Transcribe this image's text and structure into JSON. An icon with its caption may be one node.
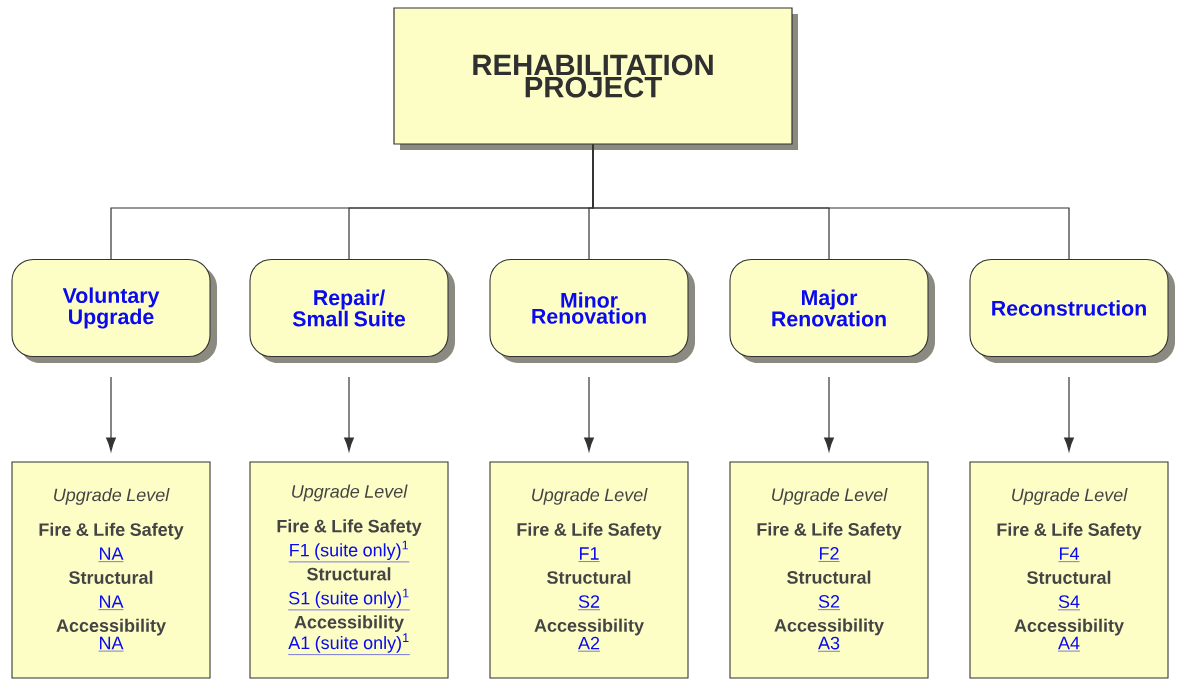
{
  "diagram": {
    "nodes": [
      {
        "text": [
          "REHABILITATION PROJECT"
        ]
      },
      {
        "text": [
          "Voluntary Upgrade"
        ]
      },
      {
        "text": [
          "Repair/ Small Suite"
        ]
      },
      {
        "text": [
          "Minor Renovation"
        ]
      },
      {
        "text": [
          "Major Renovation"
        ]
      },
      {
        "text": [
          "Reconstruction"
        ]
      },
      {
        "text": [
          "Upgrade Level",
          "Fire & Life Safety",
          "NA",
          "Structural",
          "NA",
          "Accessibility",
          "NA"
        ]
      },
      {
        "text": [
          "Upgrade Level",
          "Fire & Life Safety",
          "F1 (suite only)$^{1}$",
          "Structural",
          "S1 (suite only)$^{1}$",
          "Accessibility",
          "A1 (suite only)$^{1}$"
        ]
      },
      {
        "text": [
          "Upgrade Level",
          "Fire & Life Safety",
          "F1",
          "Structural",
          "S2",
          "Accessibility",
          "A2"
        ]
      },
      {
        "text": [
          "Upgrade Level",
          "Fire & Life Safety",
          "F2",
          "Structural",
          "S2",
          "Accessibility",
          "A3"
        ]
      },
      {
        "text": [
          "Upgrade Level",
          "Fire & Life Safety",
          "F4",
          "Structural",
          "S4",
          "Accessibility",
          "A4"
        ]
      }
    ],
    "edges": [
      {
        "from": 0,
        "to": 1,
        "arrow": "none"
      },
      {
        "from": 0,
        "to": 2,
        "arrow": "none"
      },
      {
        "from": 0,
        "to": 3,
        "arrow": "none"
      },
      {
        "from": 0,
        "to": 4,
        "arrow": "none"
      },
      {
        "from": 0,
        "to": 5,
        "arrow": "none"
      },
      {
        "from": 1,
        "to": 6,
        "arrow": "to"
      },
      {
        "from": 2,
        "to": 7,
        "arrow": "to"
      },
      {
        "from": 3,
        "to": 8,
        "arrow": "to"
      },
      {
        "from": 4,
        "to": 9,
        "arrow": "to"
      },
      {
        "from": 5,
        "to": 10,
        "arrow": "to"
      }
    ]
  }
}
